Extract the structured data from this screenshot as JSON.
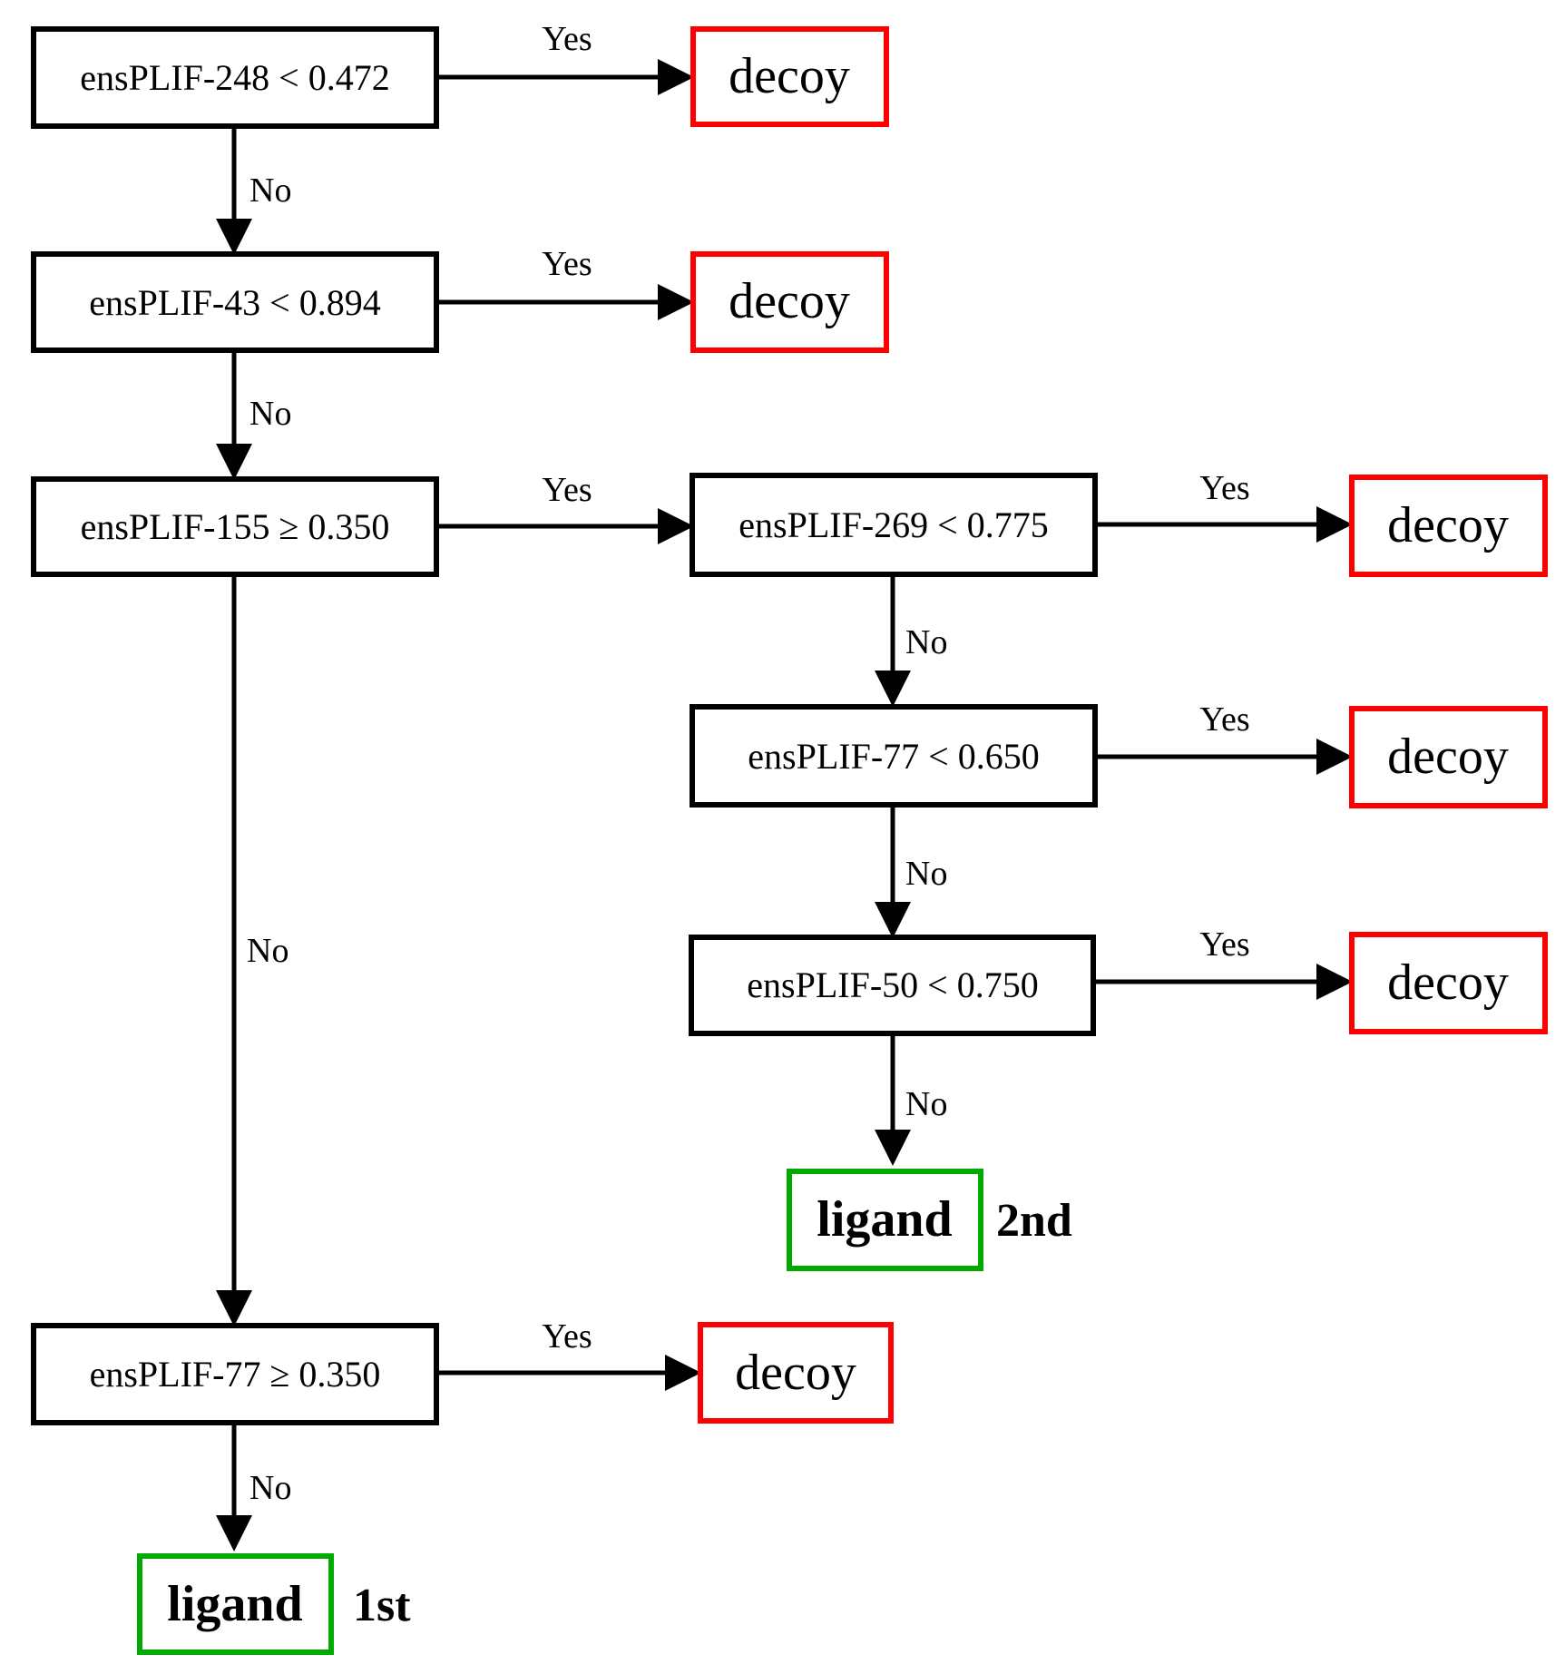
{
  "colors": {
    "decoy_border": "#ff0000",
    "ligand_border": "#00aa00",
    "condition_border": "#000000"
  },
  "nodes": {
    "n1": {
      "text": "ensPLIF-248 < 0.472"
    },
    "n2": {
      "text": "ensPLIF-43 < 0.894"
    },
    "n3": {
      "text": "ensPLIF-155 ≥ 0.350"
    },
    "n4": {
      "text": "ensPLIF-269 < 0.775"
    },
    "n5": {
      "text": "ensPLIF-77 < 0.650"
    },
    "n6": {
      "text": "ensPLIF-50 < 0.750"
    },
    "n7": {
      "text": "ensPLIF-77 ≥ 0.350"
    },
    "d1": {
      "text": "decoy"
    },
    "d2": {
      "text": "decoy"
    },
    "d3": {
      "text": "decoy"
    },
    "d4": {
      "text": "decoy"
    },
    "d5": {
      "text": "decoy"
    },
    "d6": {
      "text": "decoy"
    },
    "l1": {
      "text": "ligand",
      "rank": "1st"
    },
    "l2": {
      "text": "ligand",
      "rank": "2nd"
    }
  },
  "edges": {
    "e1": "Yes",
    "e2": "No",
    "e3": "Yes",
    "e4": "No",
    "e5": "Yes",
    "e6": "No",
    "e7": "Yes",
    "e8": "No",
    "e9": "Yes",
    "e10": "No",
    "e11": "Yes",
    "e12": "No",
    "e13": "Yes",
    "e14": "No"
  }
}
